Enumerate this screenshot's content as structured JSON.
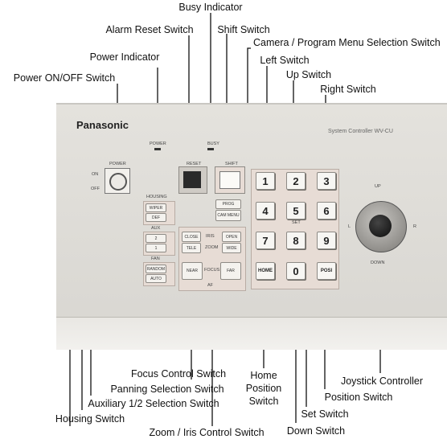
{
  "labels": {
    "busy_indicator": "Busy Indicator",
    "alarm_reset_switch": "Alarm Reset Switch",
    "shift_switch": "Shift Switch",
    "camera_program_menu": "Camera / Program Menu Selection Switch",
    "power_indicator": "Power Indicator",
    "left_switch": "Left Switch",
    "up_switch": "Up Switch",
    "power_onoff_switch": "Power ON/OFF Switch",
    "right_switch": "Right Switch",
    "focus_control_switch": "Focus Control Switch",
    "home_position_switch_1": "Home",
    "home_position_switch_2": "Position",
    "home_position_switch_3": "Switch",
    "joystick_controller": "Joystick Controller",
    "panning_selection_switch": "Panning Selection Switch",
    "position_switch": "Position Switch",
    "auxiliary_selection_switch": "Auxiliary 1/2 Selection Switch",
    "set_switch": "Set Switch",
    "housing_switch": "Housing Switch",
    "zoom_iris_control_switch": "Zoom / Iris Control Switch",
    "down_switch": "Down Switch"
  },
  "console": {
    "brand": "Panasonic",
    "model": "System Controller WV-CU",
    "power_label": "POWER",
    "on_label": "ON",
    "off_label": "OFF",
    "busy_label": "BUSY",
    "power_led_label": "POWER",
    "reset_label": "RESET",
    "shift_label": "SHIFT",
    "housing_label": "HOUSING",
    "wiper_label": "WIPER",
    "def_label": "DEF",
    "aux_label": "AUX",
    "aux2_label": "2",
    "aux1_label": "1",
    "fan_label": "FAN",
    "random_label": "RANDOM",
    "auto_label": "AUTO",
    "close_label": "CLOSE",
    "iris_label": "IRIS",
    "open_label": "OPEN",
    "tele_label": "TELE",
    "zoom_label": "ZOOM",
    "wide_label": "WIDE",
    "near_label": "NEAR",
    "focus_label": "FOCUS",
    "far_label": "FAR",
    "af_label": "AF",
    "prog_label": "PROG",
    "cam_menu_label": "CAM MENU",
    "keys": [
      "1",
      "2",
      "3",
      "4",
      "5",
      "6",
      "7",
      "8",
      "9",
      "HOME",
      "0",
      "POSI"
    ],
    "set_label": "SET",
    "up_label": "UP",
    "down_label": "DOWN",
    "l_label": "L",
    "r_label": "R"
  }
}
